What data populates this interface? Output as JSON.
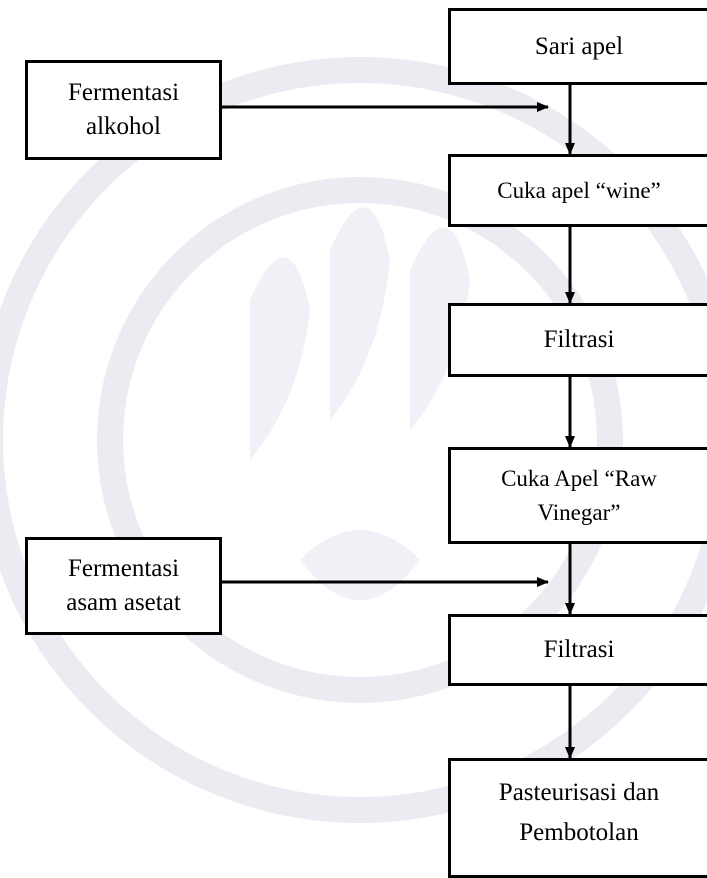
{
  "flowchart": {
    "steps": [
      "Sari apel",
      "Cuka apel “wine”",
      "Filtrasi",
      "Cuka Apel “Raw\nVinegar”",
      "Filtrasi",
      "Pasteurisasi dan\nPembotolan"
    ],
    "inputs": [
      "Fermentasi\nalkohol",
      "Fermentasi\nasam asetat"
    ]
  },
  "colors": {
    "line": "#000000",
    "background": "#ffffff",
    "watermark": "#e6e6ee"
  }
}
